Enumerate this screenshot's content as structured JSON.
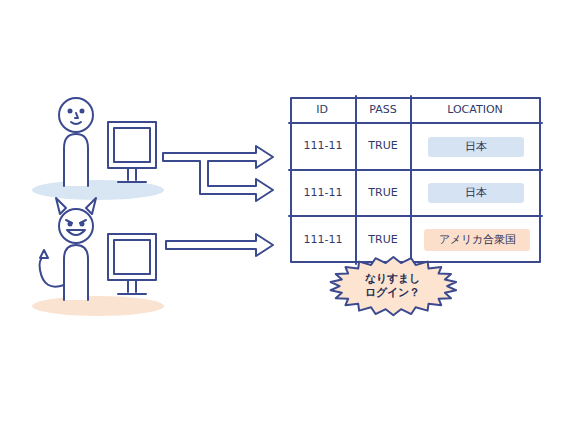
{
  "diagram": {
    "nodes": [
      {
        "text": [
          "日本"
        ]
      },
      {
        "text": [
          "日本"
        ]
      },
      {
        "text": [
          "アメリカ合衆国"
        ]
      },
      {
        "text": [
          "なりすまし ログイン？"
        ]
      }
    ],
    "labels": [
      "ID",
      "PASS",
      "LOCATION",
      "111-11",
      "TRUE",
      "111-11",
      "TRUE",
      "111-11",
      "TRUE"
    ]
  }
}
